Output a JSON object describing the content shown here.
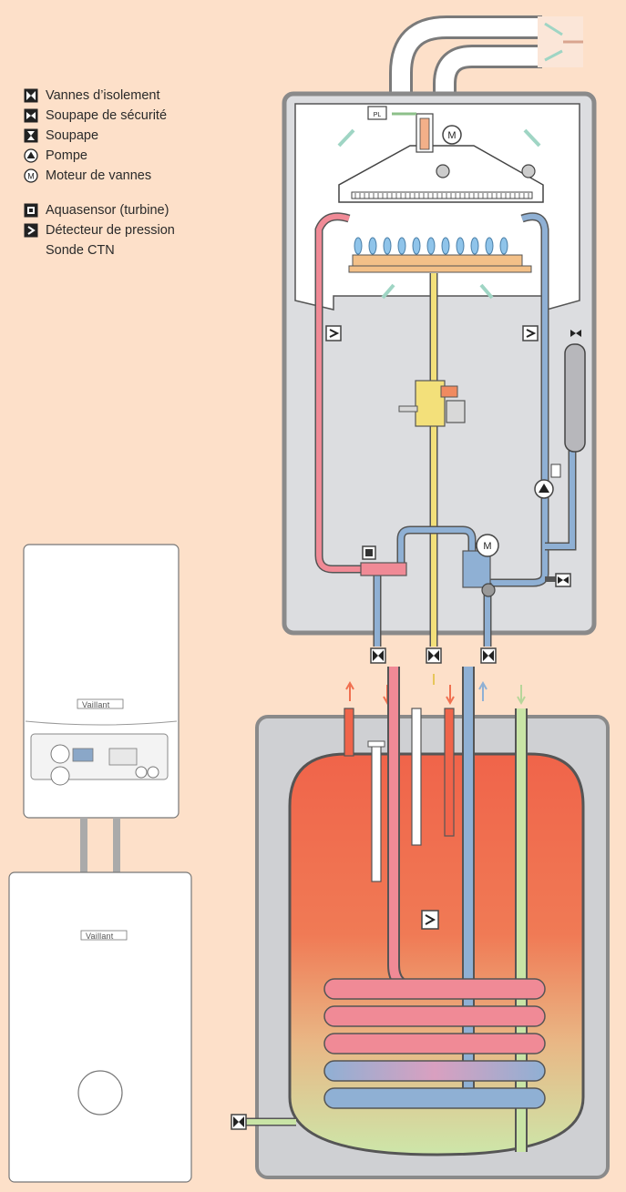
{
  "legend": {
    "isolation_valves": "Vannes d’isolement",
    "safety_valve": "Soupape de sécurité",
    "valve": "Soupape",
    "pump": "Pompe",
    "valve_motor": "Moteur de vannes",
    "aquasensor": "Aquasensor (turbine)",
    "pressure_detector": "Détecteur de pression",
    "ntc_probe": "Sonde CTN"
  },
  "labels": {
    "boiler_brand": "Vaillant",
    "tank_brand": "Vaillant",
    "pl_tag": "PL",
    "motor_letter": "M"
  },
  "colors": {
    "background": "#fde0c9",
    "hot_red": "#f08a96",
    "cold_blue": "#8fb0d4",
    "gas_yellow": "#f3e07a",
    "domestic_green": "#c9e4a6",
    "flue_arrow": "#9fd5c4"
  }
}
